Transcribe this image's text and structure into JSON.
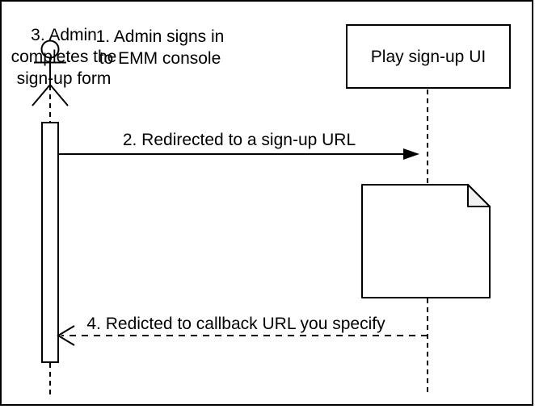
{
  "diagram": {
    "type": "sequence-diagram",
    "actor": {
      "label": "1. Admin signs in\nto EMM console"
    },
    "participant": {
      "label": "Play sign-up UI"
    },
    "messages": [
      {
        "label": "2. Redirected to a sign-up URL",
        "line_style": "solid",
        "direction": "left-to-right",
        "arrowhead": "filled"
      },
      {
        "label": "4. Redicted to callback URL you specify",
        "line_style": "dashed",
        "direction": "right-to-left",
        "arrowhead": "open"
      }
    ],
    "note": {
      "label": "3. Admin\ncompletes the\nsign-up form"
    },
    "colors": {
      "stroke": "#000000",
      "background": "#ffffff",
      "shape_fill": "#ffffff",
      "note_fold": "#f2f2f2"
    }
  }
}
